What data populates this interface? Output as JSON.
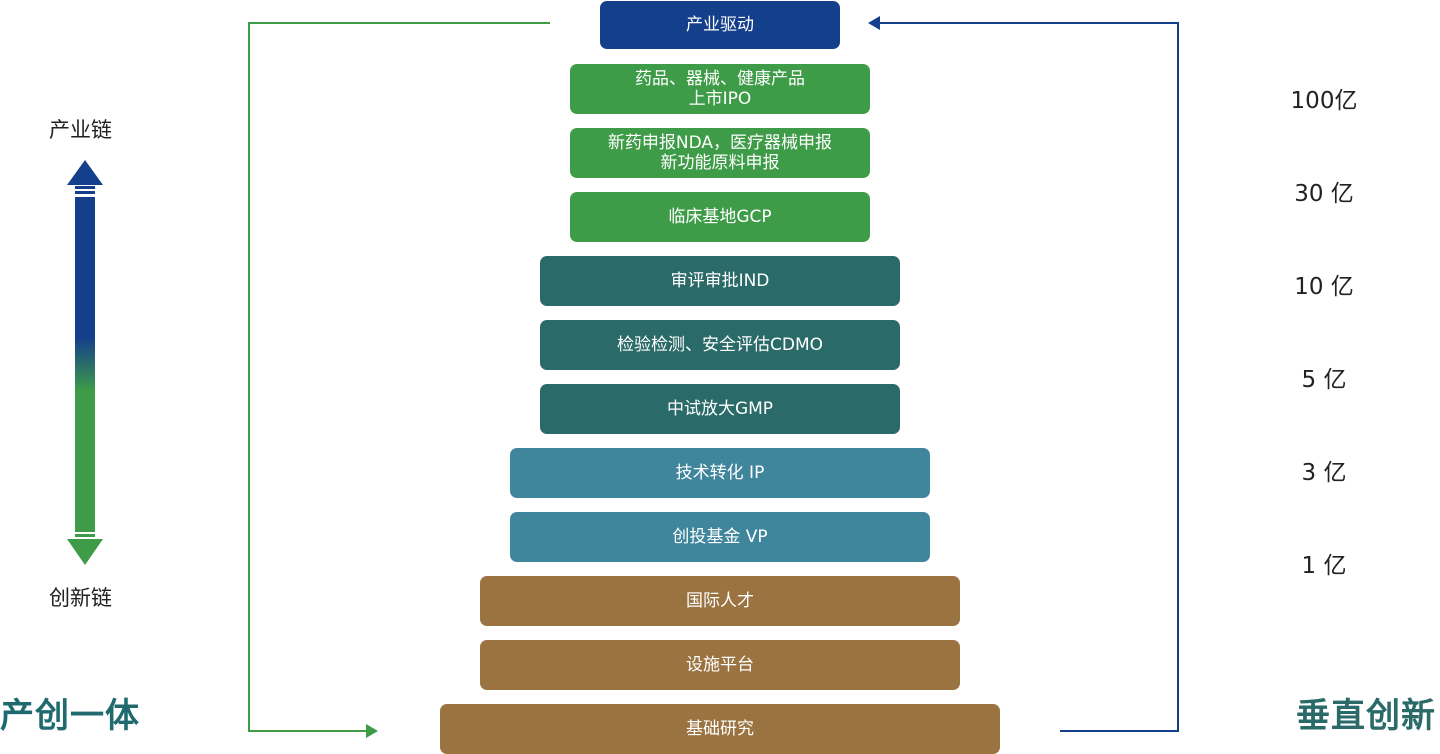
{
  "colors": {
    "navy": "#143F8A",
    "green": "#3E9C48",
    "teal_dark": "#2A6A68",
    "teal_light": "#3F869C",
    "brown": "#9A7340",
    "label_left": "#1F6A6F",
    "label_right": "#2A6A68"
  },
  "side": {
    "top_label": "产业链",
    "bottom_label": "创新链",
    "arrow_icon": "double-arrow-icon"
  },
  "bottom": {
    "left_label": "产创一体",
    "right_label": "垂直创新"
  },
  "stack": [
    {
      "lines": [
        "产业驱动"
      ],
      "color": "navy"
    },
    {
      "lines": [
        "药品、器械、健康产品",
        "上市IPO"
      ],
      "color": "green"
    },
    {
      "lines": [
        "新药申报NDA，医疗器械申报",
        "新功能原料申报"
      ],
      "color": "green"
    },
    {
      "lines": [
        "临床基地GCP"
      ],
      "color": "green"
    },
    {
      "lines": [
        "审评审批IND"
      ],
      "color": "teal_dark"
    },
    {
      "lines": [
        "检验检测、安全评估CDMO"
      ],
      "color": "teal_dark"
    },
    {
      "lines": [
        "中试放大GMP"
      ],
      "color": "teal_dark"
    },
    {
      "lines": [
        "技术转化 IP"
      ],
      "color": "teal_light"
    },
    {
      "lines": [
        "创投基金 VP"
      ],
      "color": "teal_light"
    },
    {
      "lines": [
        "国际人才"
      ],
      "color": "brown"
    },
    {
      "lines": [
        "设施平台"
      ],
      "color": "brown"
    },
    {
      "lines": [
        "基础研究"
      ],
      "color": "brown"
    }
  ],
  "values": [
    "100亿",
    "30 亿",
    "10 亿",
    "5 亿",
    "3 亿",
    "1 亿"
  ]
}
